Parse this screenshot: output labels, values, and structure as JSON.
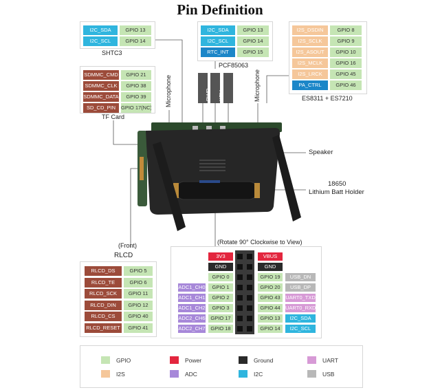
{
  "title": "Pin Definition",
  "colors": {
    "gpio": "#c5e5b4",
    "i2s": "#f5c79a",
    "power": "#e3263e",
    "adc": "#a788d9",
    "ground": "#2a2a2a",
    "i2c": "#2fb5de",
    "uart": "#d79ad6",
    "usb": "#b8b8b8",
    "sd": "#9c4b3a",
    "rtc": "#1b86c8"
  },
  "shtc3": {
    "name": "SHTC3",
    "rows": [
      {
        "sig": "I2C_SDA",
        "gpio": "GPIO 13"
      },
      {
        "sig": "I2C_SCL",
        "gpio": "GPIO 14"
      }
    ]
  },
  "pcf85063": {
    "name": "PCF85063",
    "rows": [
      {
        "sig": "I2C_SDA",
        "gpio": "GPIO 13"
      },
      {
        "sig": "I2C_SCL",
        "gpio": "GPIO 14"
      },
      {
        "sig": "RTC_INT",
        "gpio": "GPIO 15"
      }
    ]
  },
  "es8311": {
    "name": "ES8311 + ES7210",
    "rows": [
      {
        "sig": "I2S_DSDIN",
        "gpio": "GPIO 8"
      },
      {
        "sig": "I2S_SCLK",
        "gpio": "GPIO 9"
      },
      {
        "sig": "I2S_ASOUT",
        "gpio": "GPIO 10"
      },
      {
        "sig": "I2S_MCLK",
        "gpio": "GPIO 16"
      },
      {
        "sig": "I2S_LRCK",
        "gpio": "GPIO 45"
      },
      {
        "sig": "PA_CTRL",
        "gpio": "GPIO 46"
      }
    ]
  },
  "tfcard": {
    "name": "TF Card",
    "rows": [
      {
        "sig": "SDMMC_CMD",
        "gpio": "GPIO 21"
      },
      {
        "sig": "SDMMC_CLK",
        "gpio": "GPIO 38"
      },
      {
        "sig": "SDMMC_DATA",
        "gpio": "GPIO 39"
      },
      {
        "sig": "SD_CD_PIN",
        "gpio": "GPIO 17(NC)"
      }
    ]
  },
  "rlcd": {
    "name": "RLCD",
    "front": "(Front)",
    "rows": [
      {
        "sig": "RLCD_DS",
        "gpio": "GPIO 5"
      },
      {
        "sig": "RLCD_TE",
        "gpio": "GPIO 6"
      },
      {
        "sig": "RLCD_SCK",
        "gpio": "GPIO 11"
      },
      {
        "sig": "RLCD_DIN",
        "gpio": "GPIO 12"
      },
      {
        "sig": "RLCD_CS",
        "gpio": "GPIO 40"
      },
      {
        "sig": "RLCD_RESET",
        "gpio": "GPIO 41"
      }
    ]
  },
  "buttons": [
    "BOOT",
    "PWR",
    "KEY"
  ],
  "mic_left": "Microphone",
  "mic_right": "Microphone",
  "speaker": "Speaker",
  "batt_line1": "18650",
  "batt_line2": "Lithium Batt Holder",
  "header": {
    "caption": "(Rotate 90° Clockwise to View)",
    "left": [
      {
        "fn": "",
        "pin": "3V3"
      },
      {
        "fn": "",
        "pin": "GND"
      },
      {
        "fn": "",
        "pin": "GPIO 0"
      },
      {
        "fn": "ADC1_CH0",
        "pin": "GPIO 1"
      },
      {
        "fn": "ADC1_CH1",
        "pin": "GPIO 2"
      },
      {
        "fn": "ADC1_CH2",
        "pin": "GPIO 3"
      },
      {
        "fn": "ADC2_CH6",
        "pin": "GPIO 17"
      },
      {
        "fn": "ADC2_CH7",
        "pin": "GPIO 18"
      }
    ],
    "right": [
      {
        "pin": "VBUS",
        "fn": ""
      },
      {
        "pin": "GND",
        "fn": ""
      },
      {
        "pin": "GPIO 19",
        "fn": "USB_DN"
      },
      {
        "pin": "GPIO 20",
        "fn": "USB_DP"
      },
      {
        "pin": "GPIO 43",
        "fn": "UART0_TXD"
      },
      {
        "pin": "GPIO 44",
        "fn": "UART0_RXD"
      },
      {
        "pin": "GPIO 13",
        "fn": "I2C_SDA"
      },
      {
        "pin": "GPIO 14",
        "fn": "I2C_SCL"
      }
    ]
  },
  "legend": [
    {
      "label": "GPIO",
      "color": "#c5e5b4"
    },
    {
      "label": "Power",
      "color": "#e3263e"
    },
    {
      "label": "Ground",
      "color": "#2a2a2a"
    },
    {
      "label": "UART",
      "color": "#d79ad6"
    },
    {
      "label": "I2S",
      "color": "#f5c79a"
    },
    {
      "label": "ADC",
      "color": "#a788d9"
    },
    {
      "label": "I2C",
      "color": "#2fb5de"
    },
    {
      "label": "USB",
      "color": "#b8b8b8"
    }
  ]
}
